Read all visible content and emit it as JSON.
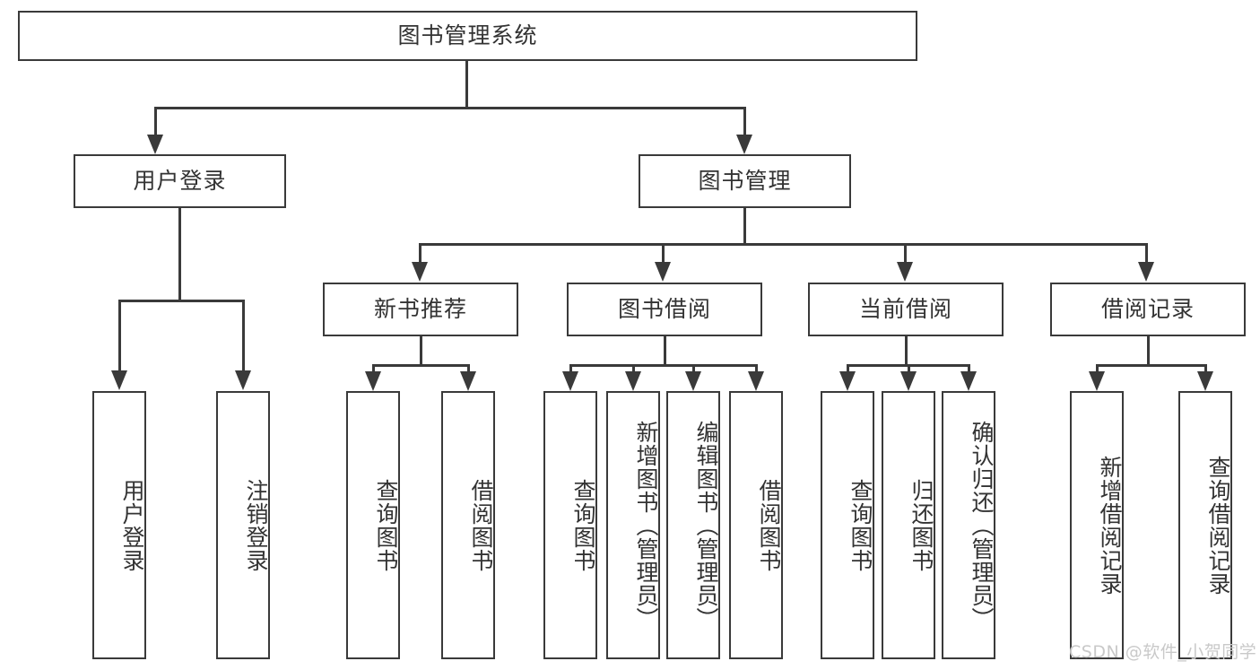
{
  "diagram": {
    "type": "hierarchy-tree",
    "title": "图书管理系统",
    "root": {
      "label": "图书管理系统"
    },
    "level2": [
      {
        "label": "用户登录"
      },
      {
        "label": "图书管理"
      }
    ],
    "level3": [
      {
        "label": "新书推荐"
      },
      {
        "label": "图书借阅"
      },
      {
        "label": "当前借阅"
      },
      {
        "label": "借阅记录"
      }
    ],
    "leaves": {
      "user_login": [
        {
          "label": "用户登录"
        },
        {
          "label": "注销登录"
        }
      ],
      "new_book_recommend": [
        {
          "label": "查询图书"
        },
        {
          "label": "借阅图书"
        }
      ],
      "book_borrow": [
        {
          "label": "查询图书"
        },
        {
          "label": "新增图书（管理员）"
        },
        {
          "label": "编辑图书（管理员）"
        },
        {
          "label": "借阅图书"
        }
      ],
      "current_borrow": [
        {
          "label": "查询图书"
        },
        {
          "label": "归还图书"
        },
        {
          "label": "确认归还（管理员）"
        }
      ],
      "borrow_record": [
        {
          "label": "新增借阅记录"
        },
        {
          "label": "查询借阅记录"
        }
      ]
    }
  },
  "watermark": {
    "text": "CSDN @软件_小贺同学"
  },
  "colors": {
    "stroke": "#3a3a3a",
    "text": "#333333",
    "background": "#ffffff",
    "watermark": "#c9c9c9"
  }
}
